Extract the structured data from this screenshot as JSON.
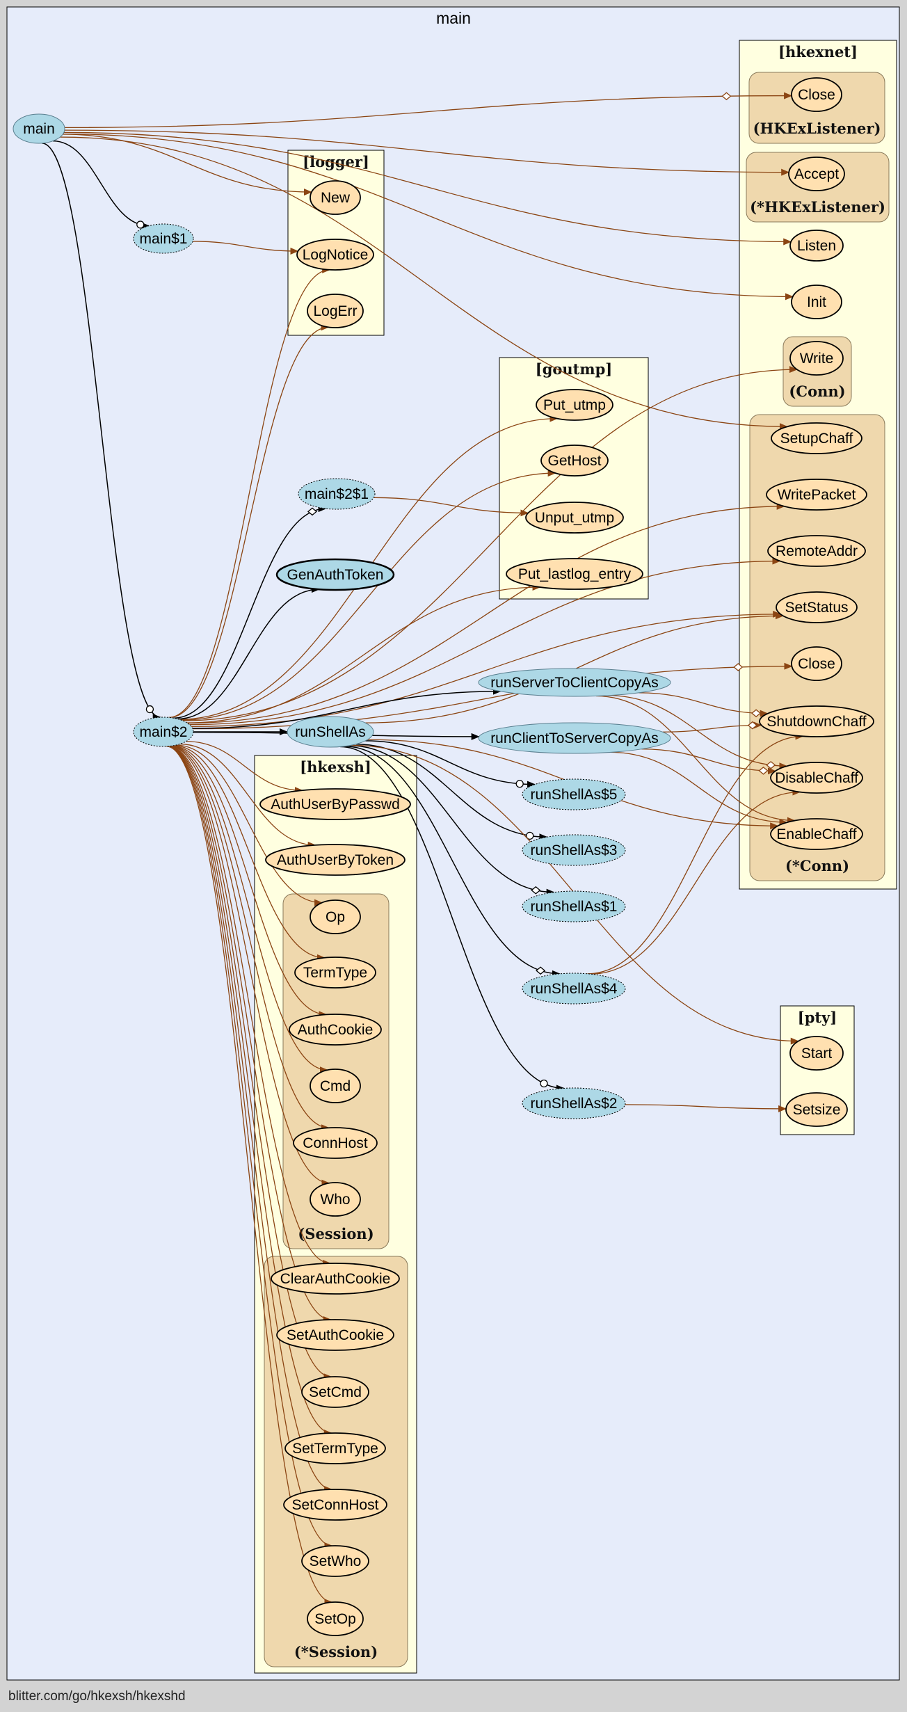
{
  "title": "main",
  "footer": "blitter.com/go/hkexsh/hkexshd",
  "colors": {
    "canvas": "#e6ecfa",
    "package_fill": "#ffffe0",
    "receiver_fill": "#efd8ad",
    "func_fill": "#add8e6",
    "ext_func_fill": "#ffe0b0",
    "edge_call": "#8b4513",
    "edge_local": "#000000"
  },
  "clusters": [
    {
      "id": "logger",
      "label": "[logger]"
    },
    {
      "id": "goutmp",
      "label": "[goutmp]"
    },
    {
      "id": "hkexnet",
      "label": "[hkexnet]"
    },
    {
      "id": "hkexsh",
      "label": "[hkexsh]"
    },
    {
      "id": "pty",
      "label": "[pty]"
    },
    {
      "id": "hkexlistener",
      "label": "(HKExListener)"
    },
    {
      "id": "phkexlistener",
      "label": "(*HKExListener)"
    },
    {
      "id": "conn",
      "label": "(Conn)"
    },
    {
      "id": "pconn",
      "label": "(*Conn)"
    },
    {
      "id": "session",
      "label": "(Session)"
    },
    {
      "id": "psession",
      "label": "(*Session)"
    }
  ],
  "nodes": [
    {
      "id": "main",
      "label": "main",
      "kind": "func"
    },
    {
      "id": "main1",
      "label": "main$1",
      "kind": "closure"
    },
    {
      "id": "main2",
      "label": "main$2",
      "kind": "closure"
    },
    {
      "id": "main21",
      "label": "main$2$1",
      "kind": "closure"
    },
    {
      "id": "genauth",
      "label": "GenAuthToken",
      "kind": "func-bold"
    },
    {
      "id": "s2c",
      "label": "runServerToClientCopyAs",
      "kind": "func"
    },
    {
      "id": "c2s",
      "label": "runClientToServerCopyAs",
      "kind": "func"
    },
    {
      "id": "runshell",
      "label": "runShellAs",
      "kind": "func"
    },
    {
      "id": "rs5",
      "label": "runShellAs$5",
      "kind": "closure"
    },
    {
      "id": "rs3",
      "label": "runShellAs$3",
      "kind": "closure"
    },
    {
      "id": "rs1",
      "label": "runShellAs$1",
      "kind": "closure"
    },
    {
      "id": "rs4",
      "label": "runShellAs$4",
      "kind": "closure"
    },
    {
      "id": "rs2",
      "label": "runShellAs$2",
      "kind": "closure"
    },
    {
      "id": "lnew",
      "label": "New",
      "kind": "ext"
    },
    {
      "id": "lnotice",
      "label": "LogNotice",
      "kind": "ext"
    },
    {
      "id": "lerr",
      "label": "LogErr",
      "kind": "ext"
    },
    {
      "id": "pututmp",
      "label": "Put_utmp",
      "kind": "ext"
    },
    {
      "id": "gethost",
      "label": "GetHost",
      "kind": "ext"
    },
    {
      "id": "unpututmp",
      "label": "Unput_utmp",
      "kind": "ext"
    },
    {
      "id": "putlastlog",
      "label": "Put_lastlog_entry",
      "kind": "ext"
    },
    {
      "id": "lclose",
      "label": "Close",
      "kind": "ext"
    },
    {
      "id": "accept",
      "label": "Accept",
      "kind": "ext"
    },
    {
      "id": "listen",
      "label": "Listen",
      "kind": "ext"
    },
    {
      "id": "init",
      "label": "Init",
      "kind": "ext"
    },
    {
      "id": "write",
      "label": "Write",
      "kind": "ext"
    },
    {
      "id": "setupchaff",
      "label": "SetupChaff",
      "kind": "ext"
    },
    {
      "id": "writepacket",
      "label": "WritePacket",
      "kind": "ext"
    },
    {
      "id": "remoteaddr",
      "label": "RemoteAddr",
      "kind": "ext"
    },
    {
      "id": "setstatus",
      "label": "SetStatus",
      "kind": "ext"
    },
    {
      "id": "cclose",
      "label": "Close",
      "kind": "ext"
    },
    {
      "id": "shutdownchaff",
      "label": "ShutdownChaff",
      "kind": "ext"
    },
    {
      "id": "disablechaff",
      "label": "DisableChaff",
      "kind": "ext"
    },
    {
      "id": "enablechaff",
      "label": "EnableChaff",
      "kind": "ext"
    },
    {
      "id": "authpass",
      "label": "AuthUserByPasswd",
      "kind": "ext"
    },
    {
      "id": "authtoken",
      "label": "AuthUserByToken",
      "kind": "ext"
    },
    {
      "id": "op",
      "label": "Op",
      "kind": "ext"
    },
    {
      "id": "termtype",
      "label": "TermType",
      "kind": "ext"
    },
    {
      "id": "authcookie",
      "label": "AuthCookie",
      "kind": "ext"
    },
    {
      "id": "cmd",
      "label": "Cmd",
      "kind": "ext"
    },
    {
      "id": "connhost",
      "label": "ConnHost",
      "kind": "ext"
    },
    {
      "id": "who",
      "label": "Who",
      "kind": "ext"
    },
    {
      "id": "clearauth",
      "label": "ClearAuthCookie",
      "kind": "ext"
    },
    {
      "id": "setauth",
      "label": "SetAuthCookie",
      "kind": "ext"
    },
    {
      "id": "setcmd",
      "label": "SetCmd",
      "kind": "ext"
    },
    {
      "id": "settermtype",
      "label": "SetTermType",
      "kind": "ext"
    },
    {
      "id": "setconnhost",
      "label": "SetConnHost",
      "kind": "ext"
    },
    {
      "id": "setwho",
      "label": "SetWho",
      "kind": "ext"
    },
    {
      "id": "setop",
      "label": "SetOp",
      "kind": "ext"
    },
    {
      "id": "start",
      "label": "Start",
      "kind": "ext"
    },
    {
      "id": "setsize",
      "label": "Setsize",
      "kind": "ext"
    }
  ],
  "edges": [
    {
      "from": "main",
      "to": "main1",
      "style": "local",
      "go": true
    },
    {
      "from": "main",
      "to": "main2",
      "style": "local",
      "go": true
    },
    {
      "from": "main",
      "to": "lclose",
      "style": "call",
      "defer": true
    },
    {
      "from": "main",
      "to": "accept",
      "style": "call"
    },
    {
      "from": "main",
      "to": "listen",
      "style": "call"
    },
    {
      "from": "main",
      "to": "init",
      "style": "call"
    },
    {
      "from": "main",
      "to": "lnew",
      "style": "call"
    },
    {
      "from": "main",
      "to": "setupchaff",
      "style": "call"
    },
    {
      "from": "main1",
      "to": "lnotice",
      "style": "call"
    },
    {
      "from": "main2",
      "to": "lnotice",
      "style": "call"
    },
    {
      "from": "main2",
      "to": "lerr",
      "style": "call"
    },
    {
      "from": "main2",
      "to": "write",
      "style": "call"
    },
    {
      "from": "main2",
      "to": "writepacket",
      "style": "call"
    },
    {
      "from": "main2",
      "to": "setstatus",
      "style": "call"
    },
    {
      "from": "main2",
      "to": "pututmp",
      "style": "call"
    },
    {
      "from": "main2",
      "to": "gethost",
      "style": "call"
    },
    {
      "from": "main2",
      "to": "main21",
      "style": "local",
      "defer": true
    },
    {
      "from": "main2",
      "to": "putlastlog",
      "style": "call"
    },
    {
      "from": "main2",
      "to": "genauth",
      "style": "local"
    },
    {
      "from": "main2",
      "to": "remoteaddr",
      "style": "call"
    },
    {
      "from": "main2",
      "to": "cclose",
      "style": "call",
      "defer": true
    },
    {
      "from": "main2",
      "to": "s2c",
      "style": "local"
    },
    {
      "from": "main2",
      "to": "c2s",
      "style": "local"
    },
    {
      "from": "main2",
      "to": "runshell",
      "style": "local"
    },
    {
      "from": "main2",
      "to": "authpass",
      "style": "call"
    },
    {
      "from": "main2",
      "to": "authtoken",
      "style": "call"
    },
    {
      "from": "main2",
      "to": "op",
      "style": "call"
    },
    {
      "from": "main2",
      "to": "termtype",
      "style": "call"
    },
    {
      "from": "main2",
      "to": "authcookie",
      "style": "call"
    },
    {
      "from": "main2",
      "to": "cmd",
      "style": "call"
    },
    {
      "from": "main2",
      "to": "connhost",
      "style": "call"
    },
    {
      "from": "main2",
      "to": "who",
      "style": "call"
    },
    {
      "from": "main2",
      "to": "clearauth",
      "style": "call"
    },
    {
      "from": "main2",
      "to": "setauth",
      "style": "call"
    },
    {
      "from": "main2",
      "to": "setcmd",
      "style": "call"
    },
    {
      "from": "main2",
      "to": "settermtype",
      "style": "call"
    },
    {
      "from": "main2",
      "to": "setconnhost",
      "style": "call"
    },
    {
      "from": "main2",
      "to": "setwho",
      "style": "call"
    },
    {
      "from": "main2",
      "to": "setop",
      "style": "call"
    },
    {
      "from": "main21",
      "to": "unpututmp",
      "style": "call"
    },
    {
      "from": "s2c",
      "to": "shutdownchaff",
      "style": "call",
      "defer": true
    },
    {
      "from": "s2c",
      "to": "disablechaff",
      "style": "call",
      "defer": true
    },
    {
      "from": "s2c",
      "to": "enablechaff",
      "style": "call"
    },
    {
      "from": "c2s",
      "to": "shutdownchaff",
      "style": "call",
      "defer": true
    },
    {
      "from": "c2s",
      "to": "disablechaff",
      "style": "call",
      "defer": true
    },
    {
      "from": "c2s",
      "to": "enablechaff",
      "style": "call"
    },
    {
      "from": "runshell",
      "to": "rs5",
      "style": "local",
      "go": true
    },
    {
      "from": "runshell",
      "to": "rs3",
      "style": "local",
      "go": true
    },
    {
      "from": "runshell",
      "to": "rs1",
      "style": "local",
      "defer": true
    },
    {
      "from": "runshell",
      "to": "rs4",
      "style": "local",
      "defer": true
    },
    {
      "from": "runshell",
      "to": "rs2",
      "style": "local",
      "go": true
    },
    {
      "from": "runshell",
      "to": "setstatus",
      "style": "call"
    },
    {
      "from": "runshell",
      "to": "enablechaff",
      "style": "call"
    },
    {
      "from": "runshell",
      "to": "start",
      "style": "call"
    },
    {
      "from": "rs4",
      "to": "shutdownchaff",
      "style": "call"
    },
    {
      "from": "rs4",
      "to": "disablechaff",
      "style": "call"
    },
    {
      "from": "rs2",
      "to": "setsize",
      "style": "call"
    }
  ]
}
